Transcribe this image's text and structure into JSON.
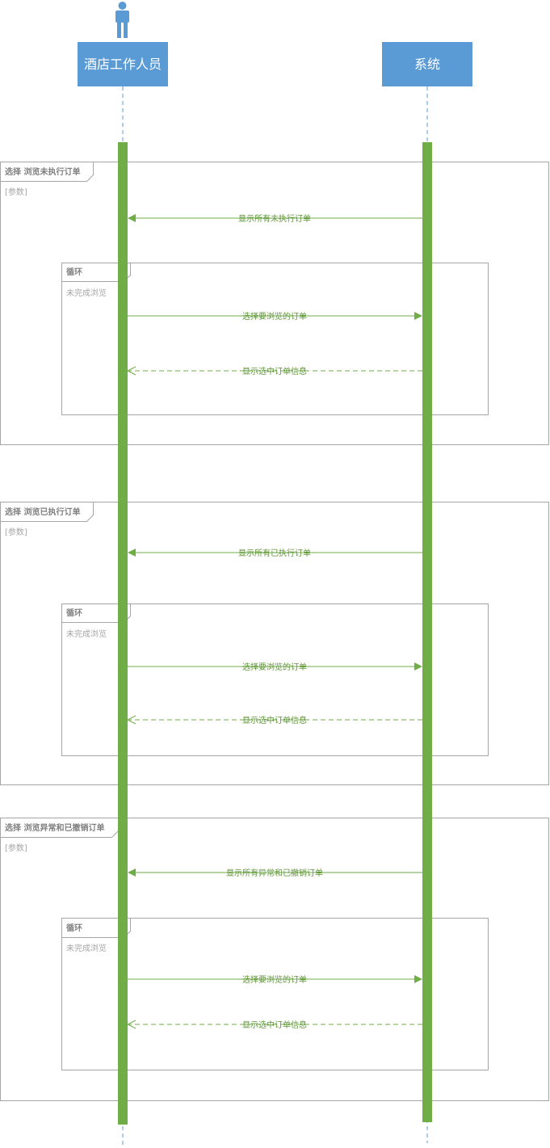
{
  "lifelines": {
    "actor": {
      "title": "酒店工作人员",
      "icon": "person-icon"
    },
    "system": {
      "title": "系统"
    }
  },
  "colors": {
    "lifeline": "#5b9bd5",
    "activation": "#70ad47",
    "frame": "#a6a6a6",
    "message": "#70ad47"
  },
  "sections": [
    {
      "label": "选择 浏览未执行订单",
      "guard": "[参数]",
      "call": "显示所有未执行订单",
      "loop": {
        "label": "循环",
        "guard": "未完成浏览",
        "request": "选择要浏览的订单",
        "reply": "显示选中订单信息"
      }
    },
    {
      "label": "选择 浏览已执行订单",
      "guard": "[参数]",
      "call": "显示所有已执行订单",
      "loop": {
        "label": "循环",
        "guard": "未完成浏览",
        "request": "选择要浏览的订单",
        "reply": "显示选中订单信息"
      }
    },
    {
      "label": "选择 浏览异常和已撤销订单",
      "guard": "[参数]",
      "call": "显示所有异常和已撤销订单",
      "loop": {
        "label": "循环",
        "guard": "未完成浏览",
        "request": "选择要浏览的订单",
        "reply": "显示选中订单信息"
      }
    }
  ]
}
